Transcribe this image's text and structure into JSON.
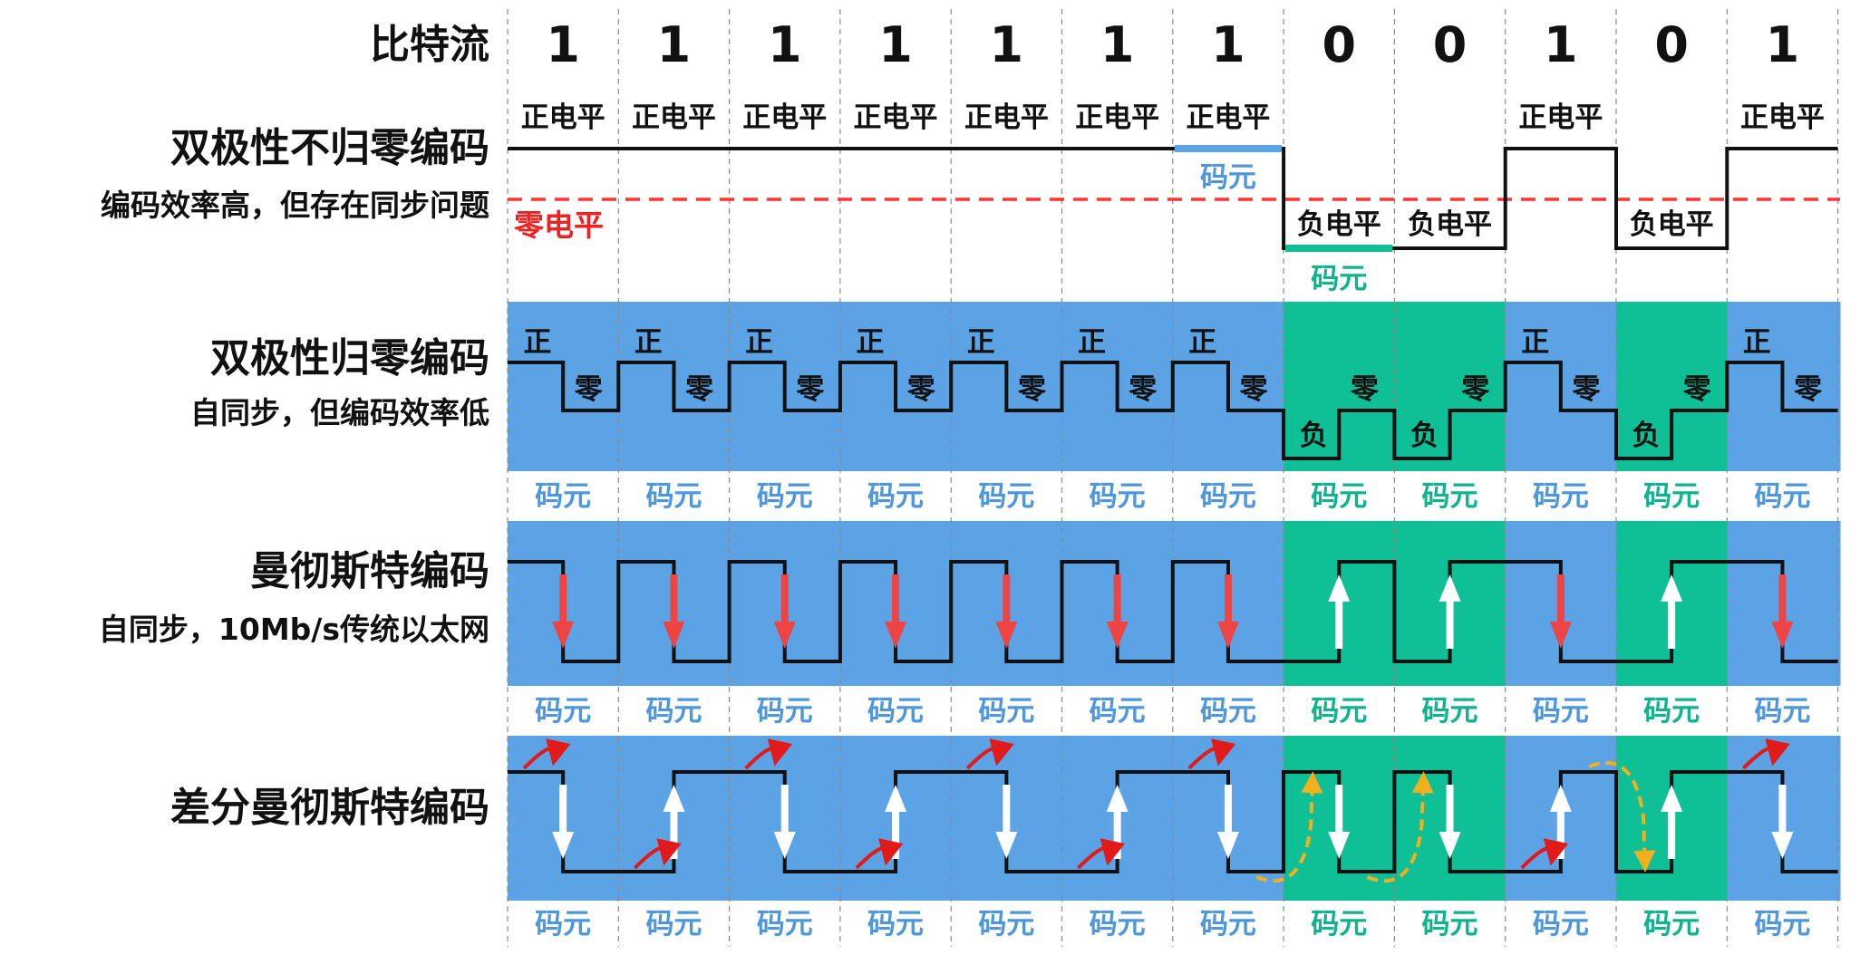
{
  "rows": {
    "bitstream": {
      "label": "比特流",
      "bits": [
        "1",
        "1",
        "1",
        "1",
        "1",
        "1",
        "1",
        "0",
        "0",
        "1",
        "0",
        "1"
      ]
    },
    "nrz": {
      "title": "双极性不归零编码",
      "note": "编码效率高，但存在同步问题",
      "positive_label": "正电平",
      "negative_label": "负电平",
      "zero_level_label": "零电平",
      "symbol_label": "码元"
    },
    "rz": {
      "title": "双极性归零编码",
      "note": "自同步，但编码效率低",
      "positive_label": "正",
      "zero_label": "零",
      "negative_label": "负",
      "symbol_label": "码元"
    },
    "manchester": {
      "title": "曼彻斯特编码",
      "note": "自同步，10Mb/s传统以太网",
      "symbol_label": "码元"
    },
    "diff_manchester": {
      "title": "差分曼彻斯特编码",
      "symbol_label": "码元"
    }
  },
  "colors": {
    "bit1_band": "#5ca3e6",
    "bit0_band": "#0fbf95",
    "bit1_symbol_text": "#4f97dc",
    "bit0_symbol_text": "#0fb38d",
    "signal": "#111111",
    "zero_level": "#ff3333",
    "down_arrow": "#ee4444",
    "up_arrow": "#ffffff",
    "curve_arrow": "#e31a1a",
    "dashed_arrow": "#f2b01e",
    "divider": "#8a8a8a"
  }
}
